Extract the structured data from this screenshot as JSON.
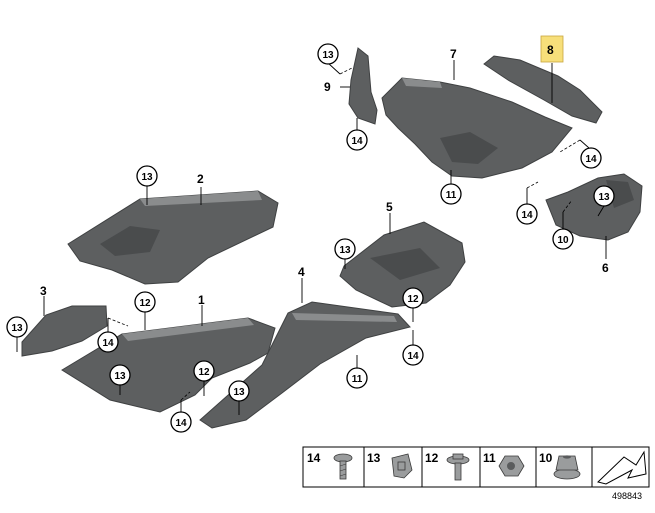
{
  "diagram": {
    "document_number": "498843",
    "highlighted_part": "8",
    "callouts": {
      "part_1": "1",
      "part_2": "2",
      "part_3": "3",
      "part_4": "4",
      "part_5": "5",
      "part_6": "6",
      "part_7": "7",
      "part_8": "8",
      "part_9": "9",
      "c13_a": "13",
      "c13_b": "13",
      "c13_c": "13",
      "c13_d": "13",
      "c13_e": "13",
      "c13_f": "13",
      "c13_g": "13",
      "c12_a": "12",
      "c12_b": "12",
      "c12_c": "12",
      "c14_a": "14",
      "c14_b": "14",
      "c14_c": "14",
      "c14_d": "14",
      "c14_e": "14",
      "c14_f": "14",
      "c11_a": "11",
      "c11_b": "11",
      "c10_a": "10"
    },
    "legend": [
      {
        "label": "14",
        "icon": "screw-icon"
      },
      {
        "label": "13",
        "icon": "clip-nut-icon"
      },
      {
        "label": "12",
        "icon": "bolt-washer-icon"
      },
      {
        "label": "11",
        "icon": "hex-nut-icon"
      },
      {
        "label": "10",
        "icon": "flange-nut-icon"
      }
    ],
    "colors": {
      "part_fill": "#5d5f60",
      "highlight": "#f7df7a"
    }
  }
}
